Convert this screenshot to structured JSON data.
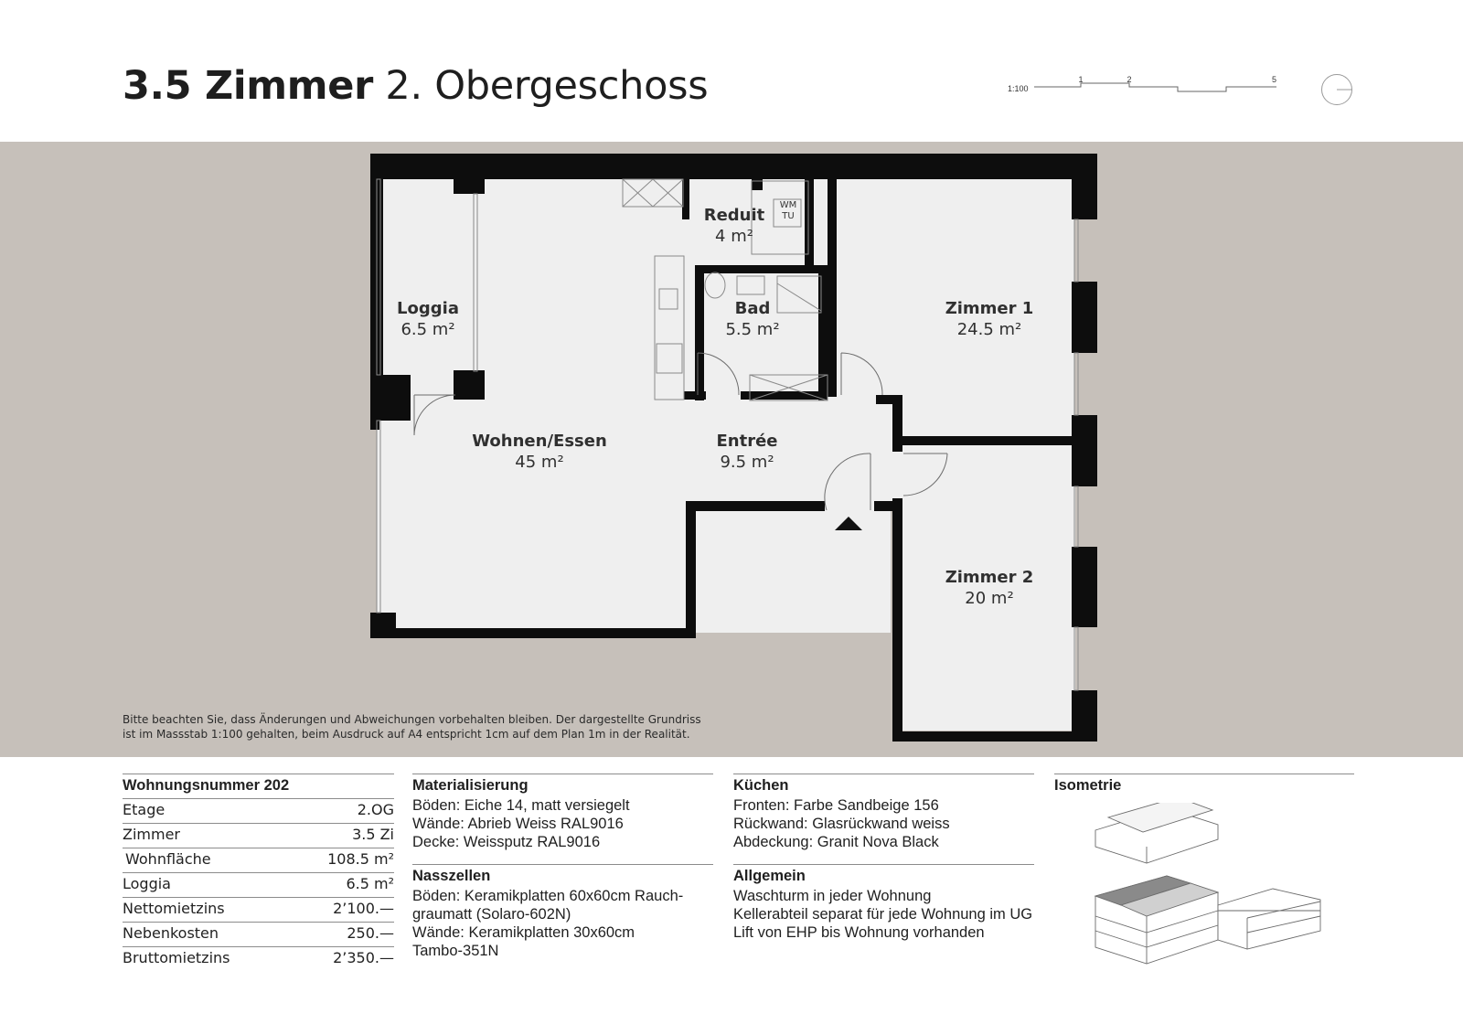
{
  "header": {
    "title_strong": "3.5 Zimmer",
    "title_rest": "2. Obergeschoss",
    "scale_label": "1:100",
    "scale_ticks": [
      "1",
      "2",
      "5"
    ]
  },
  "rooms": [
    {
      "name": "Loggia",
      "area": "6.5 m²"
    },
    {
      "name": "Reduit",
      "area": "4 m²"
    },
    {
      "name": "Bad",
      "area": "5.5 m²"
    },
    {
      "name": "Zimmer 1",
      "area": "24.5 m²"
    },
    {
      "name": "Wohnen/Essen",
      "area": "45 m²"
    },
    {
      "name": "Entrée",
      "area": "9.5 m²"
    },
    {
      "name": "Zimmer 2",
      "area": "20 m²"
    }
  ],
  "appliance": {
    "line1": "WM",
    "line2": "TU"
  },
  "disclaimer": {
    "line1": "Bitte beachten Sie, dass Änderungen und Abweichungen vorbehalten bleiben. Der dargestellte Grundriss",
    "line2": "ist im Massstab 1:100 gehalten, beim Ausdruck auf A4 entspricht 1cm auf dem Plan 1m in der Realität."
  },
  "facts": {
    "title": "Wohnungsnummer 202",
    "rows": [
      {
        "label": "Etage",
        "value": "2.OG"
      },
      {
        "label": "Zimmer",
        "value": "3.5 Zi"
      },
      {
        "label": "Wohnfläche",
        "value": "108.5 m²"
      },
      {
        "label": "Loggia",
        "value": "6.5 m²"
      },
      {
        "label": "Nettomietzins",
        "value": "2’100.—"
      },
      {
        "label": "Nebenkosten",
        "value": "250.—"
      },
      {
        "label": "Bruttomietzins",
        "value": "2’350.—"
      }
    ]
  },
  "materialisierung": {
    "title": "Materialisierung",
    "lines": [
      "Böden: Eiche 14, matt versiegelt",
      "Wände: Abrieb Weiss RAL9016",
      "Decke: Weissputz RAL9016"
    ]
  },
  "nasszellen": {
    "title": "Nasszellen",
    "lines": [
      "Böden: Keramikplatten 60x60cm Rauch-",
      "graumatt (Solaro-602N)",
      "Wände: Keramikplatten 30x60cm",
      "Tambo-351N"
    ]
  },
  "kuechen": {
    "title": "Küchen",
    "lines": [
      "Fronten: Farbe Sandbeige 156",
      "Rückwand: Glasrückwand weiss",
      "Abdeckung: Granit Nova Black"
    ]
  },
  "allgemein": {
    "title": "Allgemein",
    "lines": [
      "Waschturm in jeder Wohnung",
      "Kellerabteil separat für jede Wohnung im UG",
      "Lift von EHP bis Wohnung vorhanden"
    ]
  },
  "isometrie": {
    "title": "Isometrie"
  },
  "colors": {
    "plan_background": "#c6c0ba",
    "room_fill": "#efefef",
    "wall": "#0d0d0d",
    "rule": "#8c8c8c"
  }
}
